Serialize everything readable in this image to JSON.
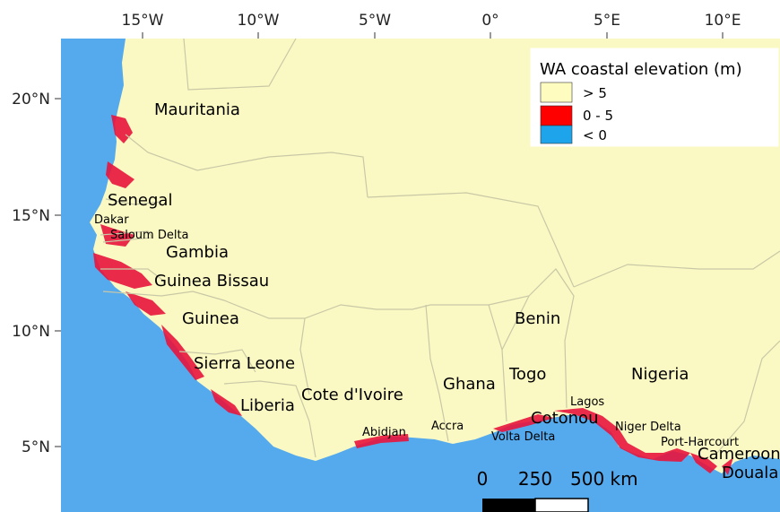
{
  "axes": {
    "lon_ticks": [
      "15°W",
      "10°W",
      "5°W",
      "0°",
      "5°E",
      "10°E"
    ],
    "lat_ticks": [
      "20°N",
      "15°N",
      "10°N",
      "5°N"
    ]
  },
  "legend": {
    "title": "WA coastal elevation (m)",
    "items": [
      {
        "label": "> 5",
        "color": "#fffcc0"
      },
      {
        "label": "0 - 5",
        "color": "#ff0000"
      },
      {
        "label": "< 0",
        "color": "#1ea4ea"
      }
    ]
  },
  "countries": [
    "Mauritania",
    "Senegal",
    "Gambia",
    "Guinea Bissau",
    "Guinea",
    "Sierra Leone",
    "Liberia",
    "Cote d'Ivoire",
    "Ghana",
    "Togo",
    "Benin",
    "Nigeria",
    "Cameroon"
  ],
  "places": [
    "Dakar",
    "Saloum Delta",
    "Abidjan",
    "Accra",
    "Volta Delta",
    "Lagos",
    "Cotonou",
    "Niger Delta",
    "Port-Harcourt",
    "Douala"
  ],
  "scale_bar": {
    "labels": [
      "0",
      "250",
      "500 km"
    ]
  },
  "colors": {
    "sea": "#55aaee",
    "land": "#fbf9c3",
    "lowland": "#e8143c",
    "border": "#c8c8a6"
  }
}
